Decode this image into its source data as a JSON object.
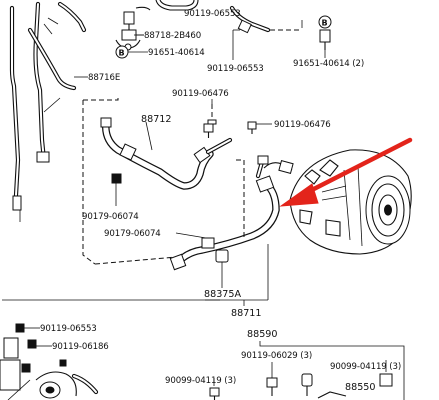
{
  "labels": {
    "l_90119_06553_top": "90119-06553",
    "l_88718_2b460": "88718-2B460",
    "l_91651_40614_b": "91651-40614",
    "l_90119_06553_mid": "90119-06553",
    "l_91651_40614_2": "91651-40614 (2)",
    "l_88716e": "88716E",
    "l_90119_06476_a": "90119-06476",
    "l_88712": "88712",
    "l_90119_06476_b": "90119-06476",
    "l_90179_06074_a": "90179-06074",
    "l_90179_06074_b": "90179-06074",
    "l_88375a": "88375A",
    "l_88711": "88711",
    "l_90119_06553_bot": "90119-06553",
    "l_88590": "88590",
    "l_90119_06186": "90119-06186",
    "l_90119_06029_3": "90119-06029 (3)",
    "l_90099_04119_3_right": "90099-04119 (3)",
    "l_90099_04119_3_left": "90099-04119 (3)",
    "l_88550": "88550"
  },
  "badges": {
    "b_left": "B",
    "b_right": "B"
  },
  "colors": {
    "arrow": "#e3241b",
    "line": "#111111",
    "background": "#ffffff"
  }
}
